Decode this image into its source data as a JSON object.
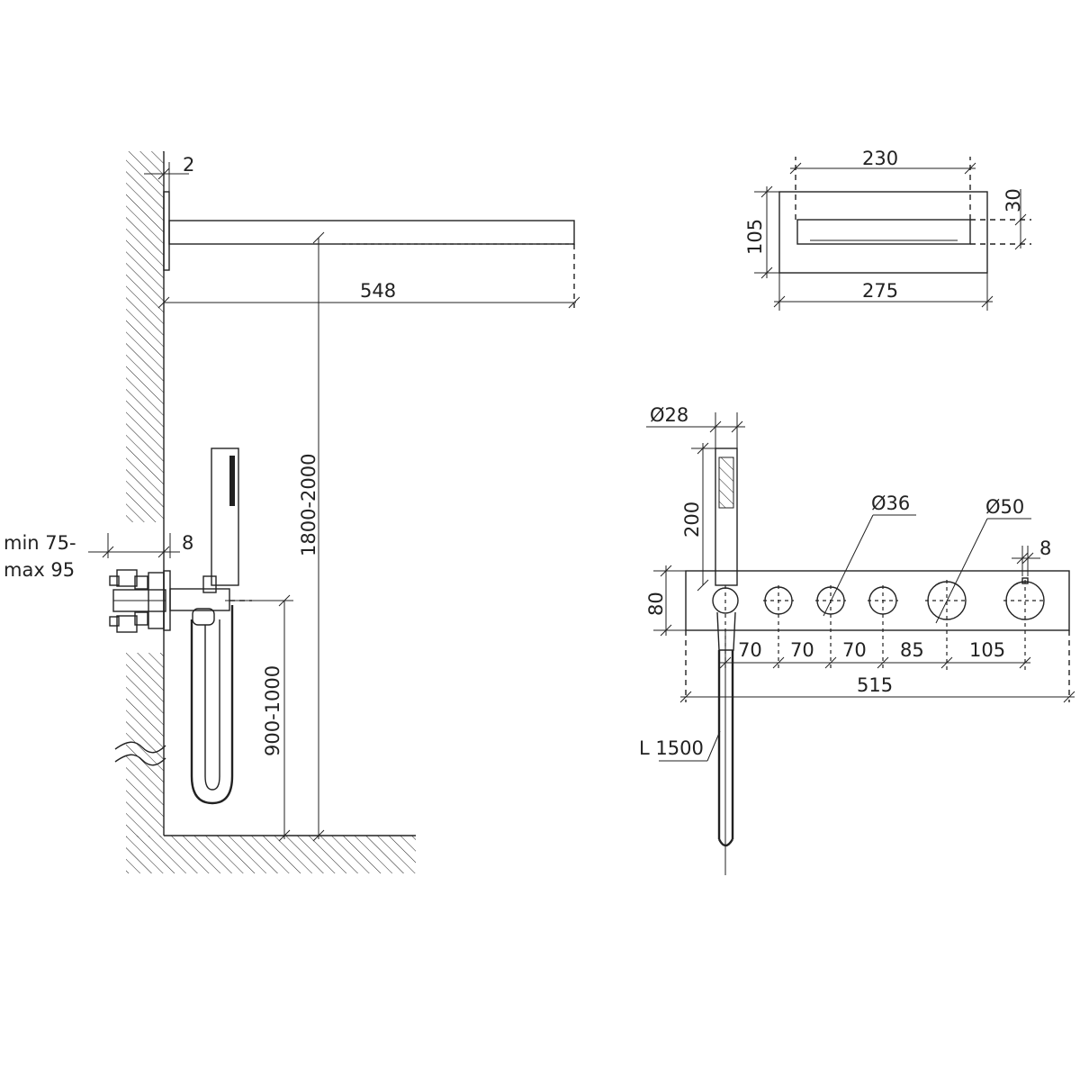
{
  "colors": {
    "line": "#222222",
    "background": "#ffffff"
  },
  "side_view": {
    "wall_offset": "2",
    "arm_length": "548",
    "head_height": "1800-2000",
    "mixer_depth_min": "min 75-",
    "mixer_depth_max": "max 95",
    "plate_thickness": "8",
    "outlet_height": "900-1000"
  },
  "head_top_view": {
    "width": "230",
    "depth": "105",
    "outlet_depth": "30",
    "overall_width": "275"
  },
  "front_view": {
    "handshower_diameter": "Ø28",
    "handshower_length": "200",
    "knob_small_diameter": "Ø36",
    "knob_large_diameter": "Ø50",
    "plate_height": "80",
    "plate_edge": "8",
    "spacings": [
      "70",
      "70",
      "70",
      "85",
      "105"
    ],
    "plate_width": "515",
    "hose_length": "L 1500"
  }
}
